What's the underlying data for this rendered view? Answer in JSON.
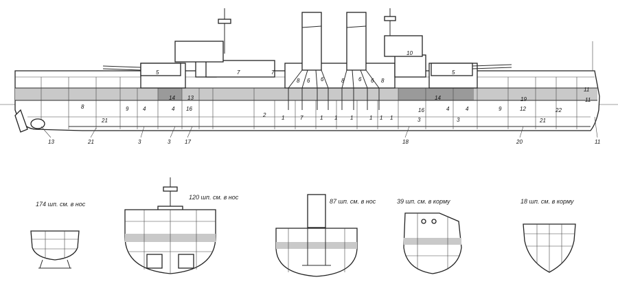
{
  "profile": {
    "compartment_labels": [
      "5",
      "7",
      "7",
      "8",
      "6",
      "6",
      "8",
      "6",
      "6",
      "8",
      "5",
      "10",
      "14",
      "13",
      "4",
      "16",
      "4",
      "9",
      "8",
      "2",
      "1",
      "7",
      "1",
      "1",
      "1",
      "1",
      "1",
      "1",
      "16",
      "14",
      "4",
      "4",
      "3",
      "3",
      "9",
      "12",
      "19",
      "22",
      "11",
      "11",
      "21",
      "21",
      "3",
      "3",
      "17",
      "18",
      "20",
      "13",
      "11"
    ],
    "callouts": [
      "13",
      "21",
      "3",
      "3",
      "17",
      "18",
      "20",
      "11"
    ]
  },
  "sections": [
    {
      "caption": "174 шп. см. в нос"
    },
    {
      "caption": "120 шп. см. в нос"
    },
    {
      "caption": "87 шп. см. в нос"
    },
    {
      "caption": "39 шп. см. в корму"
    },
    {
      "caption": "18 шп. см. в корму"
    }
  ],
  "colors": {
    "line": "#2a2a2a",
    "shade": "#c9c9c9",
    "dark": "#9a9a9a",
    "background": "#ffffff"
  }
}
